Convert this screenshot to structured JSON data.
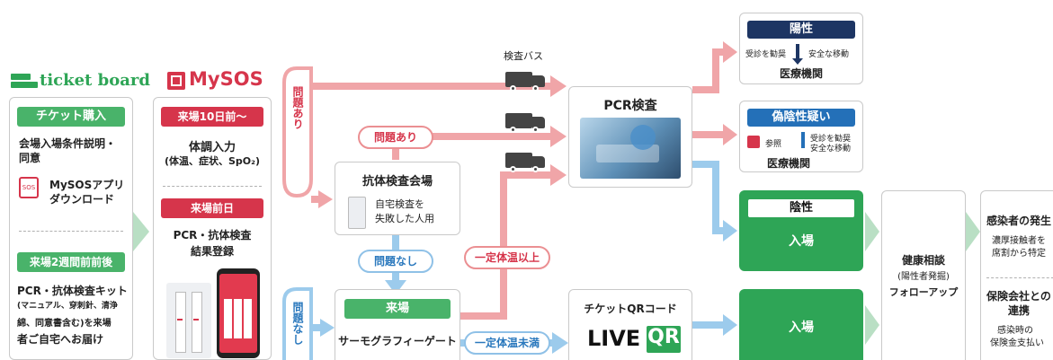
{
  "brands": {
    "ticketboard": "ticket board",
    "mysos": "MySOS"
  },
  "col1": {
    "hdr1": "チケット購入",
    "t1a": "会場入場条件説明・",
    "t1b": "同意",
    "app_a": "MySOSアプリ",
    "app_b": "ダウンロード",
    "hdr2": "来場2週間前前後",
    "k1": "PCR・抗体検査キット",
    "k2": "(マニュアル、穿刺針、清浄",
    "k3": "綿、同意書含む)を来場",
    "k4": "者ご自宅へお届け"
  },
  "col2": {
    "hdr1": "来場10日前〜",
    "t1": "体調入力",
    "t2": "(体温、症状、SpO₂)",
    "hdr2": "来場前日",
    "r1": "PCR・抗体検査",
    "r2": "結果登録"
  },
  "branches": {
    "problem_yes_vertical": "問題あり",
    "problem_no_vertical": "問題なし",
    "problem_yes": "問題あり",
    "problem_no": "問題なし",
    "temp_high": "一定体温以上",
    "temp_low": "一定体温未満"
  },
  "antibody": {
    "title": "抗体検査会場",
    "d1": "自宅検査を",
    "d2": "失敗した人用"
  },
  "visit": {
    "hdr": "来場",
    "gate": "サーモグラフィーゲート"
  },
  "bus_label": "検査バス",
  "pcr": {
    "title": "PCR検査"
  },
  "qr": {
    "title": "チケットQRコード",
    "logo_live": "LIVE",
    "logo_qr": "QR"
  },
  "positive": {
    "hdr": "陽性",
    "left": "受診を勧奨",
    "right": "安全な移動",
    "hospital": "医療機関"
  },
  "false_pos": {
    "hdr": "偽陰性疑い",
    "ref": "参照",
    "r1": "受診を勧奨",
    "r2": "安全な移動",
    "hospital": "医療機関"
  },
  "negative": {
    "hdr": "陰性",
    "enter": "入場"
  },
  "enter2": "入場",
  "health": {
    "t1": "健康相談",
    "t2": "(陽性者発掘)",
    "t3": "フォローアップ"
  },
  "infection": {
    "title": "感染者の発生",
    "d1": "濃厚接触者を",
    "d2": "席割から特定"
  },
  "insurance": {
    "t1": "保険会社との",
    "t2": "連携",
    "d1": "感染時の",
    "d2": "保険金支払い"
  },
  "colors": {
    "green": "#49b36a",
    "red": "#d6354b",
    "navy": "#1d3563",
    "blue": "#2470b8",
    "arrow_red": "#f0a5a8",
    "arrow_blue": "#9ccbec",
    "arrow_green": "#b9dfc4"
  }
}
